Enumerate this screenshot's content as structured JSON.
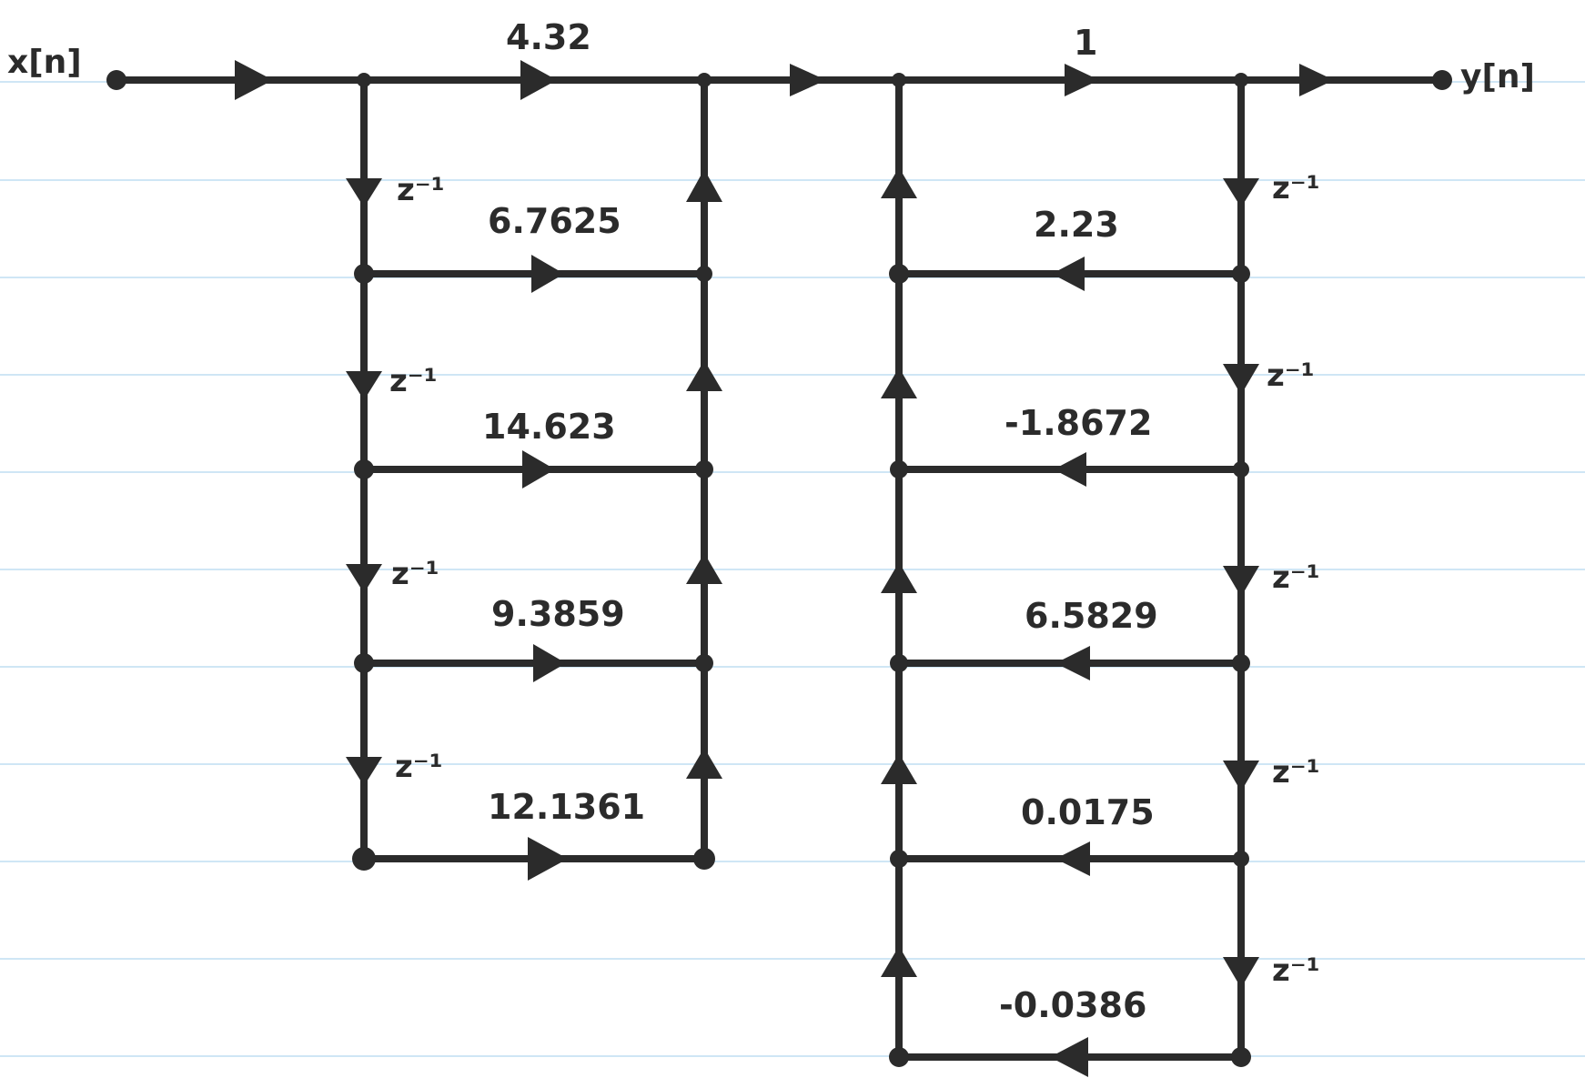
{
  "input_label": "x[n]",
  "output_label": "y[n]",
  "delay_label": "z⁻¹",
  "feedforward": {
    "gain_top": "4.32",
    "taps": [
      "6.7625",
      "14.623",
      "9.3859",
      "12.1361"
    ]
  },
  "feedback": {
    "gain_top": "1",
    "taps": [
      "2.23",
      "-1.8672",
      "6.5829",
      "0.0175",
      "-0.0386"
    ]
  },
  "colors": {
    "ink": "#2b2b2b",
    "ruled_lines": "#cfe6f5",
    "paper": "#ffffff"
  }
}
